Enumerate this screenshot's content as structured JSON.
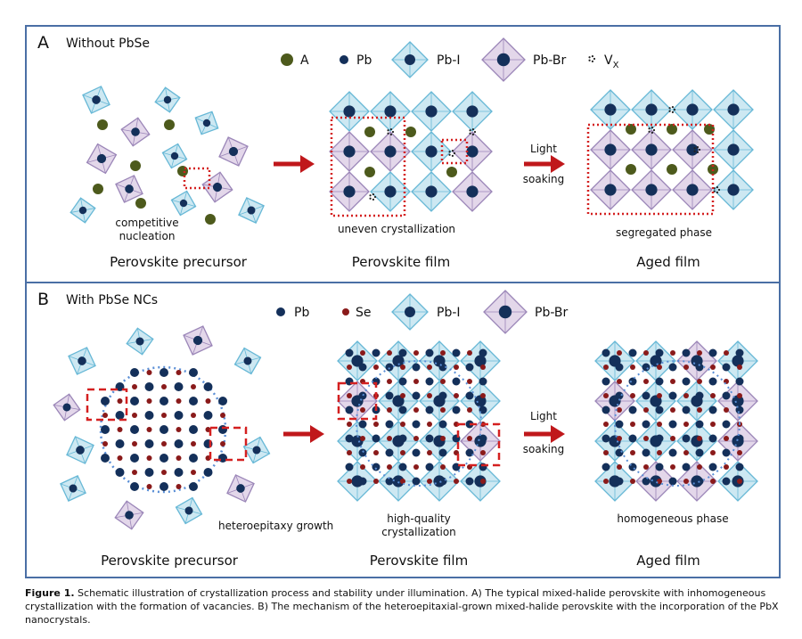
{
  "panel_a": {
    "letter": "A",
    "title": "Without PbSe",
    "legend": {
      "a": "A",
      "pb": "Pb",
      "pbi": "Pb-I",
      "pbbr": "Pb-Br",
      "vx": "V",
      "vx_sub": "X"
    },
    "precursor_note_1": "competitive",
    "precursor_note_2": "nucleation",
    "precursor_label": "Perovskite precursor",
    "film_note": "uneven crystallization",
    "film_label": "Perovskite film",
    "arrow_line_1": "Light",
    "arrow_line_2": "soaking",
    "aged_note": "segregated phase",
    "aged_label": "Aged film"
  },
  "panel_b": {
    "letter": "B",
    "title": "With PbSe NCs",
    "legend": {
      "pb": "Pb",
      "se": "Se",
      "pbi": "Pb-I",
      "pbbr": "Pb-Br"
    },
    "growth_note": "heteroepitaxy growth",
    "precursor_label": "Perovskite precursor",
    "film_note_1": "high-quality",
    "film_note_2": "crystallization",
    "film_label": "Perovskite film",
    "arrow_line_1": "Light",
    "arrow_line_2": "soaking",
    "aged_note": "homogeneous phase",
    "aged_label": "Aged film"
  },
  "caption": {
    "label": "Figure 1.",
    "text": "Schematic illustration of crystallization process and stability under illumination. A) The typical mixed-halide perovskite with inhomogeneous crystallization with the formation of vacancies. B) The mechanism of the heteroepitaxial-grown mixed-halide perovskite with the incorporation of the PbX nanocrystals."
  },
  "colors": {
    "frame": "#4a6fa5",
    "pbi_fill": "#cde8f2",
    "pbi_stroke": "#67b8d6",
    "pbbr_fill": "#e3d7ea",
    "pbbr_stroke": "#9b86b8",
    "pb": "#14305a",
    "a_cation": "#4d5a1c",
    "se": "#8a1a1a",
    "arrow": "#c0181b",
    "dash": "#d42020",
    "ring": "#5b8fd6"
  }
}
